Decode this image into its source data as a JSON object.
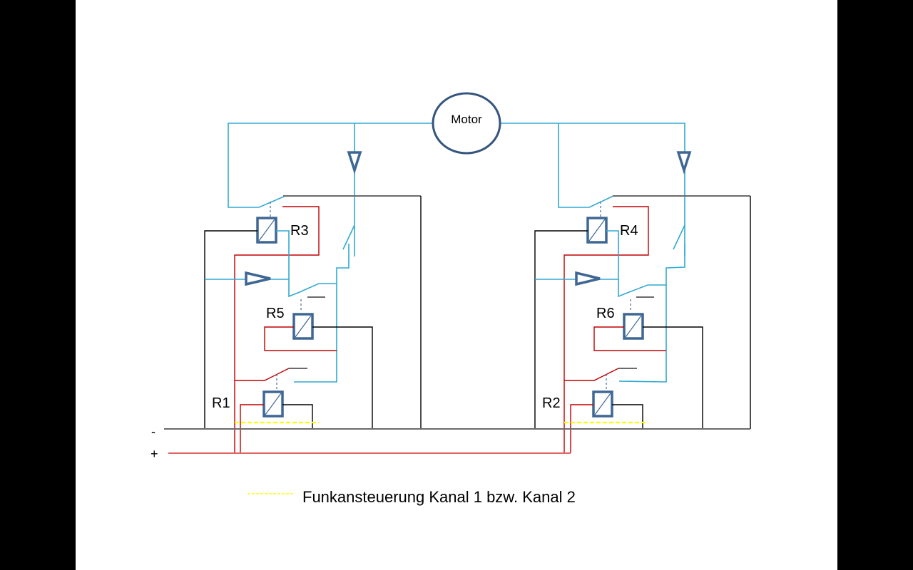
{
  "diagram": {
    "type": "circuit-schematic",
    "motor_label": "Motor",
    "polarity": {
      "minus": "-",
      "plus": "+"
    },
    "relays": [
      {
        "id": "R1",
        "label": "R1"
      },
      {
        "id": "R2",
        "label": "R2"
      },
      {
        "id": "R3",
        "label": "R3"
      },
      {
        "id": "R4",
        "label": "R4"
      },
      {
        "id": "R5",
        "label": "R5"
      },
      {
        "id": "R6",
        "label": "R6"
      }
    ],
    "legend": {
      "line_style": "yellow-dashed",
      "text": "Funkansteuerung Kanal 1 bzw. Kanal 2"
    },
    "colors": {
      "motor_wiring": "#31a9d1",
      "positive_wiring": "#c00000",
      "negative_wiring": "#000000",
      "radio_control": "#ffff00",
      "component_outline": "#3e6794"
    }
  }
}
